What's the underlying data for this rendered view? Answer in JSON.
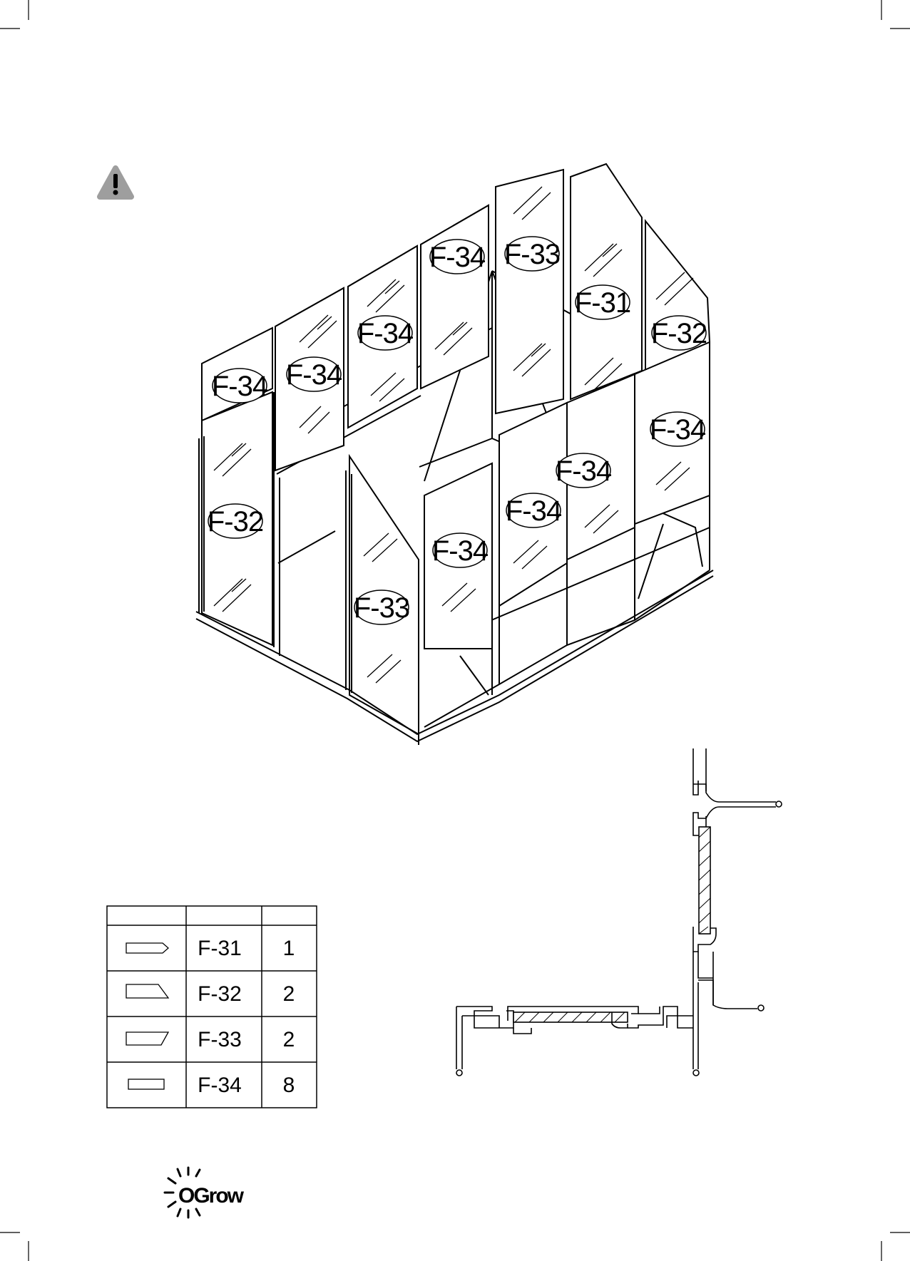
{
  "labels": {
    "a": "F-34",
    "b": "F-33",
    "c": "F-34",
    "d": "F-31",
    "e": "F-34",
    "f": "F-34",
    "g": "F-32",
    "h": "F-34",
    "i": "F-32",
    "j": "F-34",
    "k": "F-34",
    "l": "F-34",
    "m": "F-33"
  },
  "parts_table": {
    "headers": [
      "",
      "",
      ""
    ],
    "rows": [
      {
        "code": "F-31",
        "qty": "1",
        "shape": "pentagon-panel-icon"
      },
      {
        "code": "F-32",
        "qty": "2",
        "shape": "trapezoid-panel-icon"
      },
      {
        "code": "F-33",
        "qty": "2",
        "shape": "parallelogram-panel-icon"
      },
      {
        "code": "F-34",
        "qty": "8",
        "shape": "rectangle-panel-icon"
      }
    ]
  },
  "logo": {
    "text": "OGrow"
  },
  "colors": {
    "ink": "#000000",
    "warning": "#9e9e9e",
    "paper": "#ffffff"
  }
}
